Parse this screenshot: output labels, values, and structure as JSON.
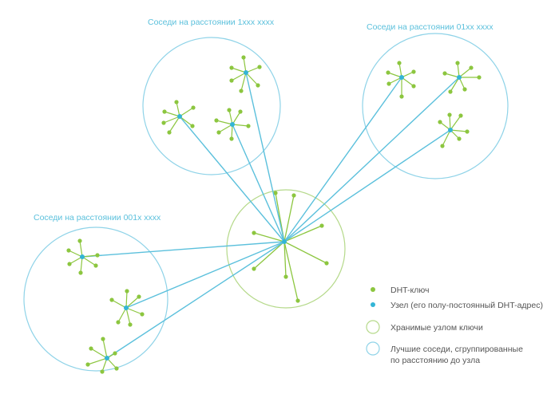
{
  "colors": {
    "key": "#8cc63f",
    "node": "#33b5d6",
    "stored_ring": "#b5d98a",
    "neighbor_ring": "#8fd3e8",
    "neighbor_link": "#5bc0dc",
    "key_link": "#8cc63f",
    "text": "#555555",
    "label": "#5bc0dc"
  },
  "groups": [
    {
      "id": "g1xxx",
      "label": "Соседи на расстоянии 1xxx xxxx"
    },
    {
      "id": "g01xx",
      "label": "Соседи на расстоянии 01xx xxxx"
    },
    {
      "id": "g001x",
      "label": "Соседи на расстоянии 001x xxxx"
    }
  ],
  "legend": [
    {
      "marker": "key-dot",
      "text": "DHT-ключ"
    },
    {
      "marker": "node-dot",
      "text": "Узел (его полу-постоянный DHT-адрес)"
    },
    {
      "marker": "stored-ring",
      "text": "Хранимые узлом ключи"
    },
    {
      "marker": "neighbor-ring",
      "text": "Лучшие соседи, сгруппированные",
      "text2": "по расстоянию до узла"
    }
  ]
}
